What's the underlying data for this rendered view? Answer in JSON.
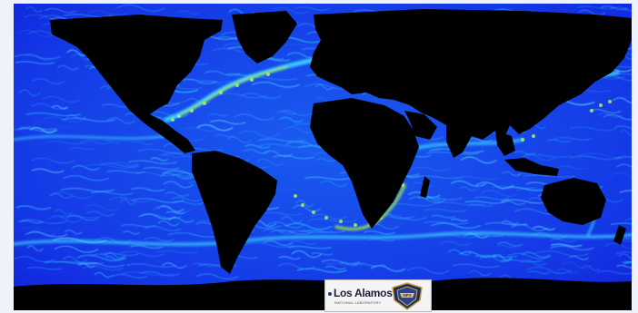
{
  "map": {
    "colors": {
      "land": "#000000",
      "ocean_deep": "#1020d8",
      "ocean_mid": "#1a5cf0",
      "current_cyan": "#3fe0ff",
      "current_green": "#9ee94a",
      "background": "#eef3fb"
    }
  },
  "logos": {
    "lanl": {
      "name": "Los Alamos",
      "subtitle": "NATIONAL LABORATORY",
      "icon": "lanl-dot-icon"
    },
    "nps": {
      "lettering": "NPS",
      "icon": "naval-postgraduate-school-seal-icon"
    }
  }
}
